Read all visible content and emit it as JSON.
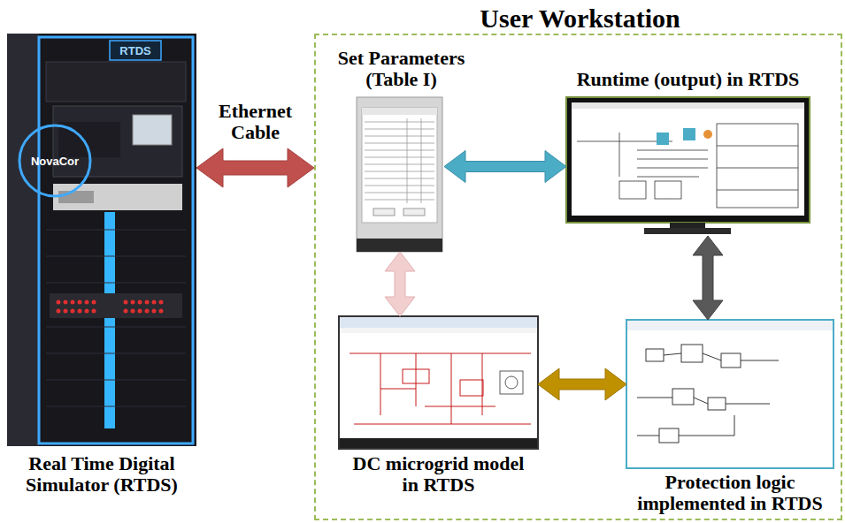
{
  "diagram": {
    "nodes": [
      {
        "text": [
          "Real Time Digital Simulator (RTDS)"
        ]
      },
      {
        "text": [
          "User Workstation"
        ]
      },
      {
        "text": [
          "Set Parameters (Table I)"
        ],
        "in": 1
      },
      {
        "text": [
          "Runtime (output) in RTDS"
        ],
        "in": 1
      },
      {
        "text": [
          "DC microgrid model in RTDS"
        ],
        "in": 1
      },
      {
        "text": [
          "Protection logic implemented in RTDS"
        ],
        "in": 1
      }
    ],
    "edges": [
      {
        "from": 0,
        "to": 1,
        "arrow": "both",
        "label": "Ethernet Cable"
      },
      {
        "from": 2,
        "to": 3,
        "arrow": "both"
      },
      {
        "from": 2,
        "to": 4,
        "arrow": "both"
      },
      {
        "from": 4,
        "to": 5,
        "arrow": "both"
      },
      {
        "from": 3,
        "to": 5,
        "arrow": "both"
      }
    ],
    "labels": [
      "NovaCor",
      "RTDS"
    ]
  }
}
